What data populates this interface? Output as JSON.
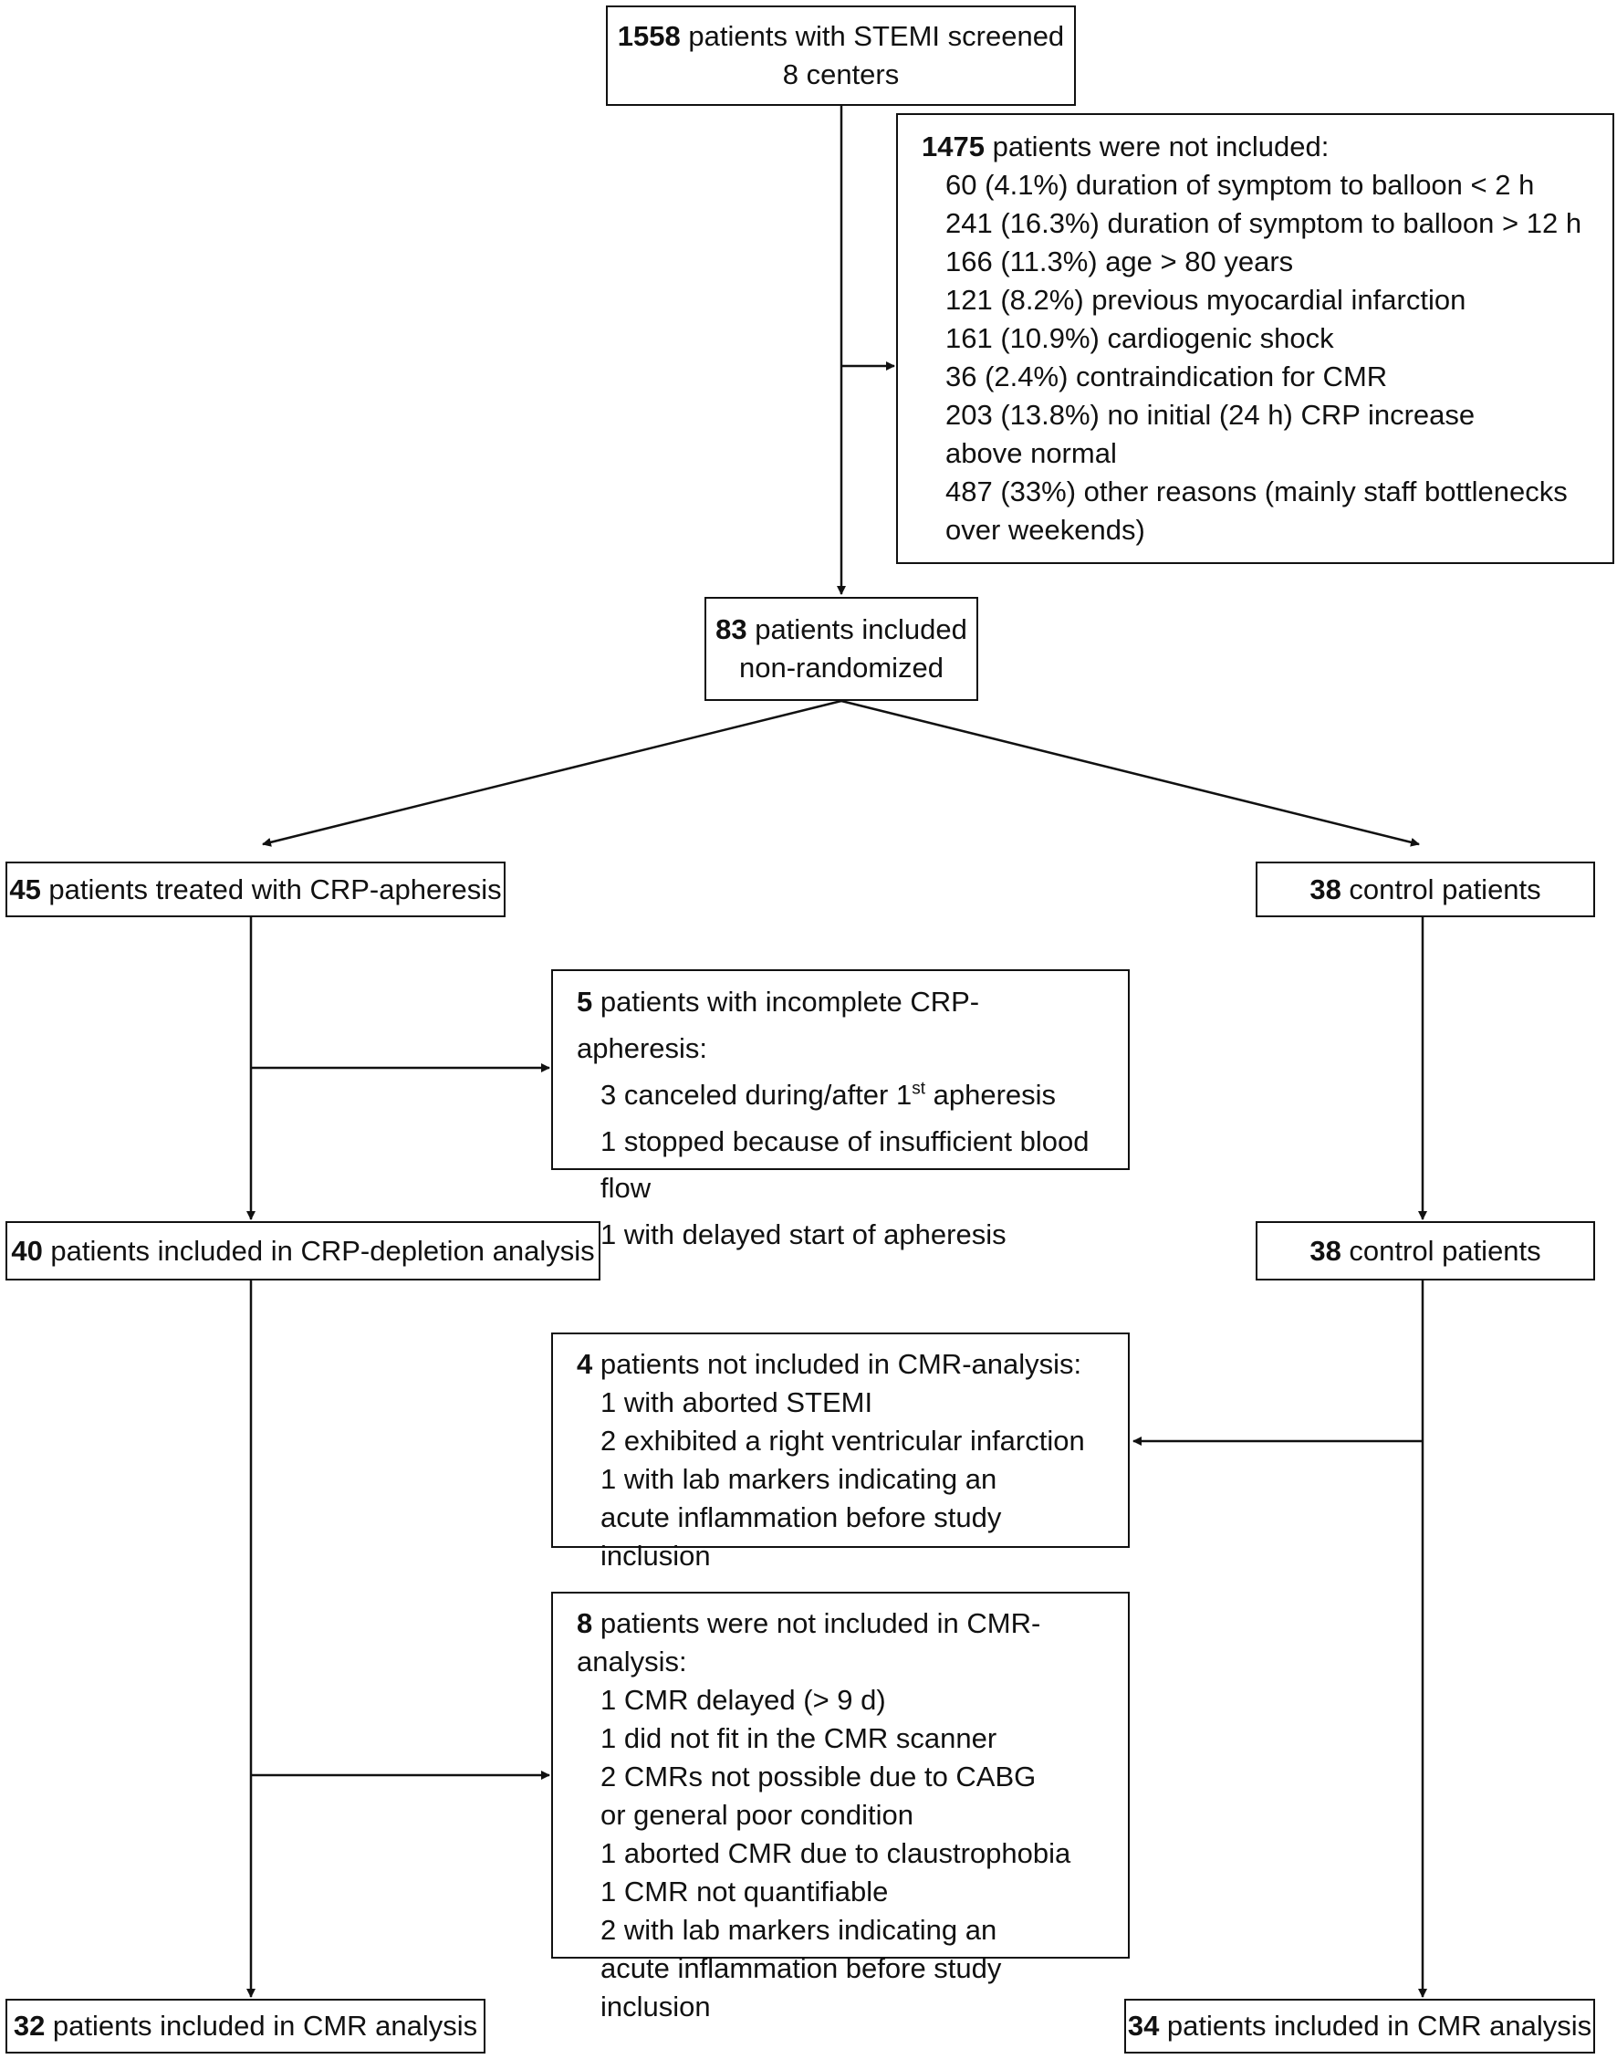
{
  "top": {
    "count": "1558",
    "text": " patients with STEMI screened",
    "line2": "8 centers"
  },
  "excluded": {
    "count": "1475",
    "text": " patients were not included:",
    "items": [
      "60 (4.1%) duration of symptom to balloon < 2 h",
      "241 (16.3%) duration of symptom to balloon > 12 h",
      "166 (11.3%) age > 80 years",
      "121 (8.2%) previous myocardial infarction",
      "161 (10.9%) cardiogenic shock",
      "36 (2.4%) contraindication  for CMR",
      "203 (13.8%) no initial (24 h) CRP increase above normal",
      "487 (33%) other reasons (mainly staff bottlenecks over weekends)"
    ]
  },
  "included": {
    "count": "83",
    "text": " patients included",
    "line2": "non-randomized"
  },
  "apheresis": {
    "count": "45",
    "text": " patients treated with CRP-apheresis"
  },
  "control1": {
    "count": "38",
    "text": " control patients"
  },
  "incomplete": {
    "count": "5",
    "text": " patients with incomplete CRP-apheresis:",
    "items": [
      "3 canceled during/after 1",
      "1 stopped because of insufficient blood flow",
      "1 with delayed start of apheresis"
    ],
    "sup": "st",
    "item0_tail": " apheresis"
  },
  "depletion": {
    "count": "40",
    "text": " patients included in CRP-depletion analysis"
  },
  "control2": {
    "count": "38",
    "text": " control patients"
  },
  "control_excl": {
    "count": "4",
    "text": " patients not included in CMR-analysis:",
    "items": [
      "1 with aborted STEMI",
      "2 exhibited a right ventricular infarction",
      "1 with lab markers indicating an",
      "acute inflammation before study inclusion"
    ]
  },
  "aph_excl": {
    "count": "8",
    "text": " patients were not included in CMR-analysis:",
    "items": [
      "1 CMR delayed  (> 9 d)",
      "1 did not fit in the CMR scanner",
      "2 CMRs not possible due to CABG",
      "or general poor condition",
      "1 aborted CMR due to claustrophobia",
      "1 CMR not quantifiable",
      "2 with lab markers indicating an",
      "acute inflammation before study inclusion"
    ]
  },
  "final_left": {
    "count": "32",
    "text": " patients included in CMR analysis"
  },
  "final_right": {
    "count": "34",
    "text": " patients included in CMR analysis"
  }
}
